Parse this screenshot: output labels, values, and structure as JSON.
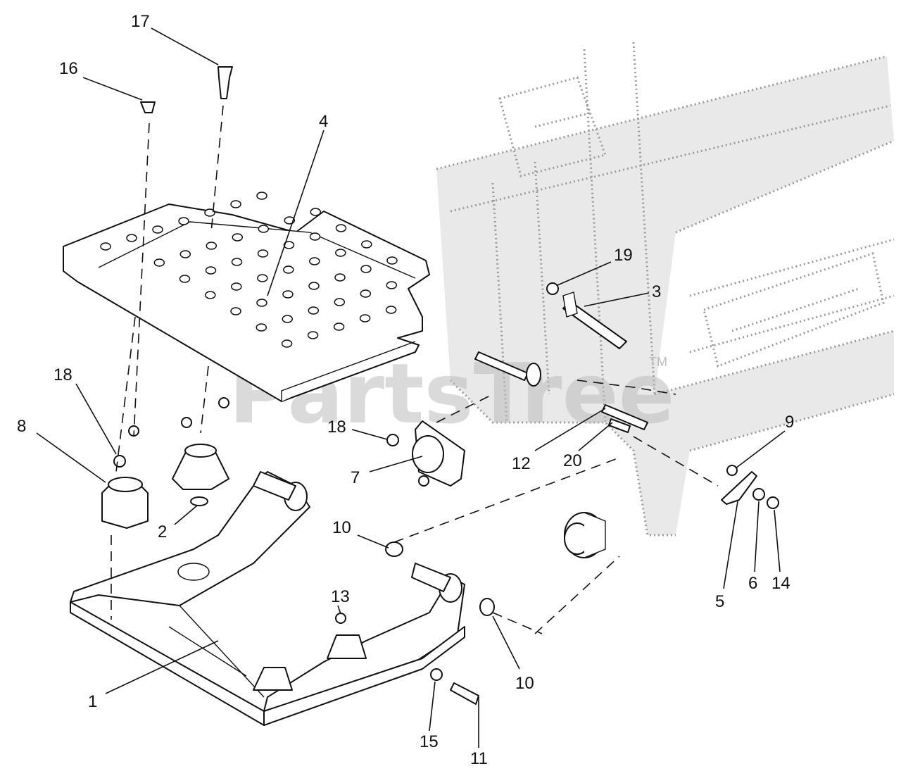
{
  "watermark": {
    "text": "PartsTree",
    "trademark": "TM"
  },
  "callouts": [
    "1",
    "2",
    "3",
    "4",
    "5",
    "6",
    "7",
    "8",
    "9",
    "10",
    "10",
    "11",
    "12",
    "13",
    "14",
    "15",
    "16",
    "17",
    "18",
    "18",
    "19",
    "20"
  ]
}
